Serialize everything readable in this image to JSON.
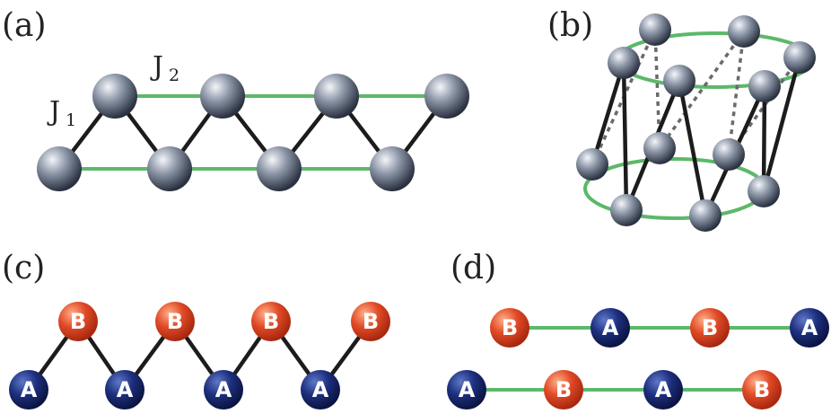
{
  "panels": {
    "a": {
      "label": "(a)",
      "j1": "J",
      "j1_sub": "1",
      "j2": "J",
      "j2_sub": "2"
    },
    "b": {
      "label": "(b)"
    },
    "c": {
      "label": "(c)",
      "atoms_top": [
        "B",
        "B",
        "B",
        "B"
      ],
      "atoms_bottom": [
        "A",
        "A",
        "A",
        "A"
      ]
    },
    "d": {
      "label": "(d)",
      "row_top": [
        "B",
        "A",
        "B",
        "A"
      ],
      "row_bottom": [
        "A",
        "B",
        "A",
        "B"
      ]
    }
  },
  "colors": {
    "site_gray": "#7d8899",
    "site_a_blue": "#1d2f7e",
    "site_b_red": "#e04a26",
    "bond_j1": "#1c1c1c",
    "bond_j2": "#5cb86a"
  }
}
